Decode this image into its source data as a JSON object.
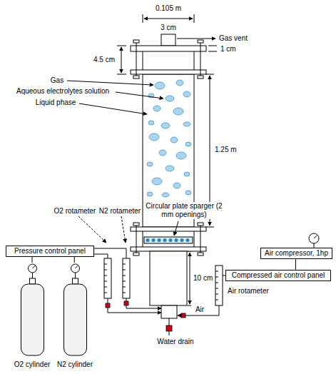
{
  "diagram": {
    "nodes": [
      {
        "text": [
          "Pressure control panel"
        ]
      },
      {
        "text": [
          "Air compressor, 1hp"
        ]
      },
      {
        "text": [
          "Compressed air control panel"
        ]
      },
      {
        "text": [
          "O2 cylinder"
        ]
      },
      {
        "text": [
          "N2 cylinder"
        ]
      }
    ],
    "edges": [
      {
        "from": 3,
        "to": 0,
        "arrow": "none"
      },
      {
        "from": 4,
        "to": 0,
        "arrow": "none"
      },
      {
        "from": 1,
        "to": 2,
        "arrow": "none"
      }
    ],
    "labels": [
      "0.105 m",
      "3 cm",
      "Gas vent",
      "4.5 cm",
      "1 cm",
      "Gas",
      "Aqueous electrolytes solution",
      "Liquid phase",
      "1.25 m",
      "Circular plate sparger (2 mm openings)",
      "O2 rotameter",
      "N2 rotameter",
      "10 cm",
      "Air rotameter",
      "Air",
      "Water drain"
    ]
  }
}
